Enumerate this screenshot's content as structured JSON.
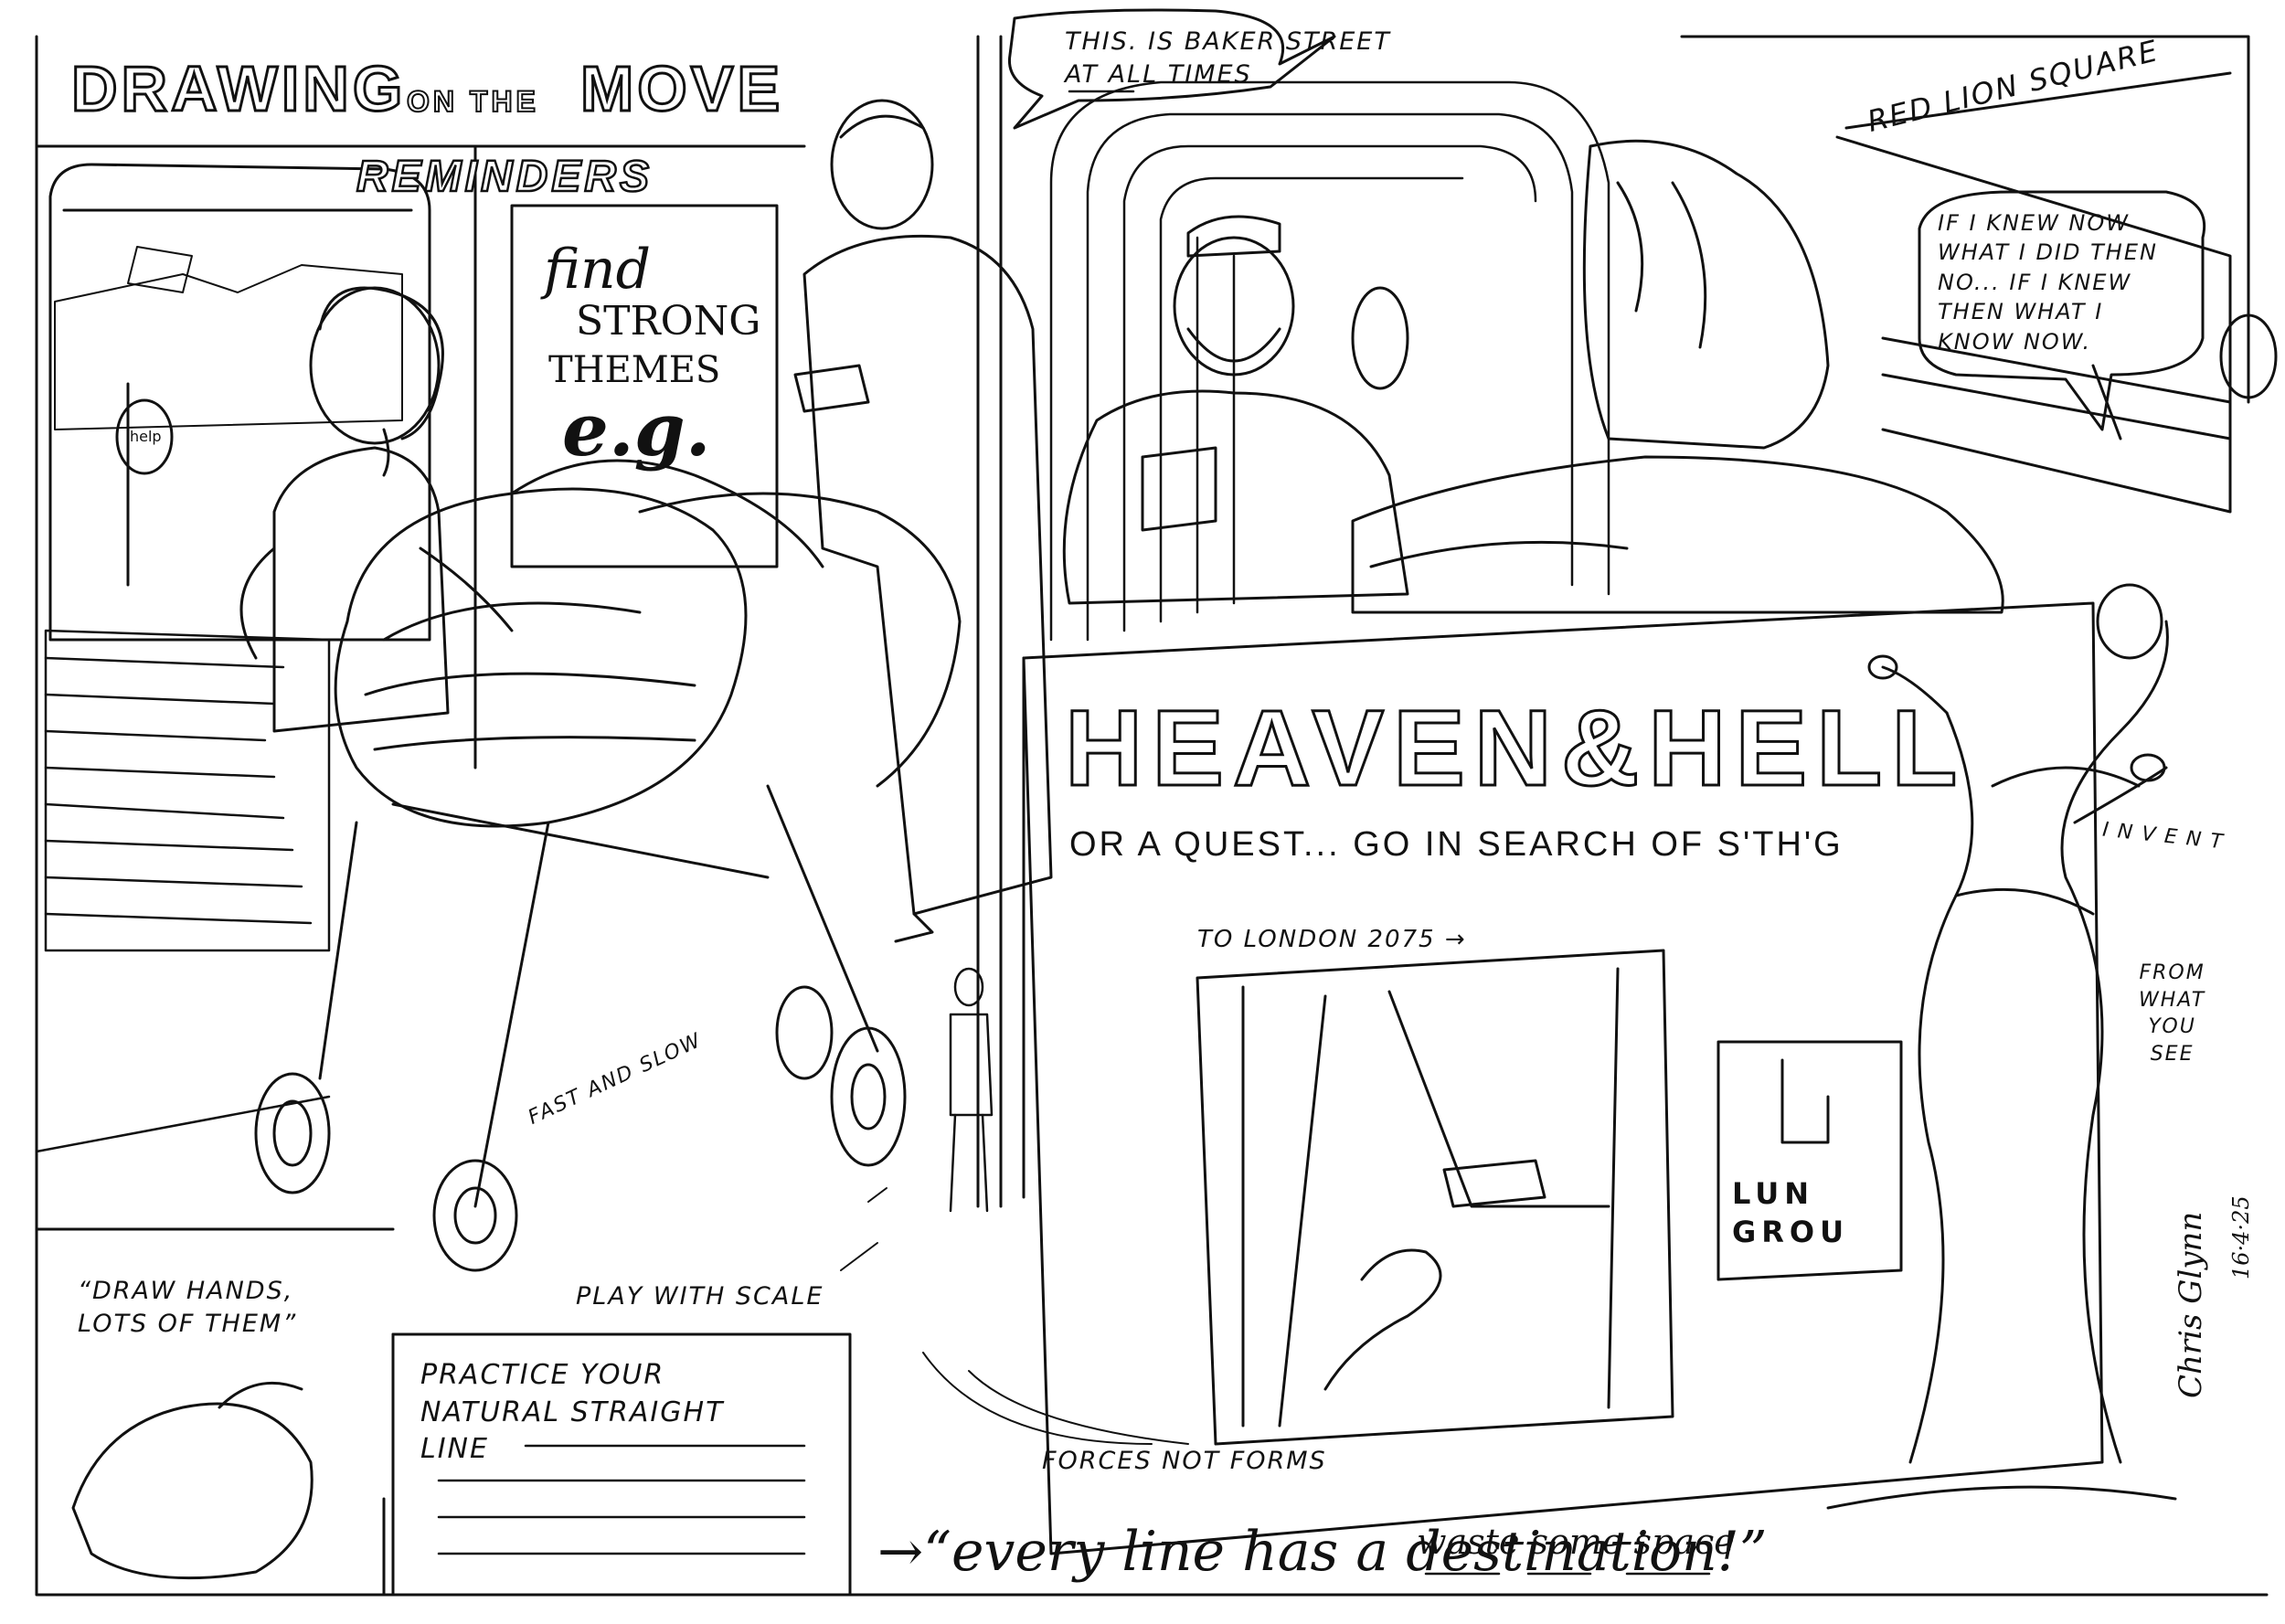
{
  "title": {
    "line1": "DRAWING",
    "on_the": "ON THE",
    "move": "MOVE",
    "subtitle": "REMINDERS"
  },
  "sign_themes": {
    "find": "find",
    "strong": "STRONG",
    "themes": "THEMES",
    "eg": "e.g."
  },
  "help_sign": "help",
  "speech_baker": "THIS. IS BAKER STREET\nAT ALL TIMES",
  "station_sign": "RED LION SQUARE",
  "speech_knew": "IF I KNEW NOW\nWHAT I DID THEN\nNO... IF I KNEW\nTHEN WHAT I\nKNOW NOW.",
  "heaven_hell": {
    "title": "HEAVEN&HELL",
    "subtitle": "OR A QUEST... GO IN SEARCH OF S'TH'G"
  },
  "london_sign": "TO LONDON 2075 →",
  "lund_sign": {
    "line1": "LUN",
    "line2": "GROU"
  },
  "notes": {
    "invent": "INVENT",
    "from_what": "FROM\nWHAT\nYOU\nSEE",
    "fast_slow": "FAST AND SLOW",
    "play_scale": "PLAY WITH SCALE",
    "draw_hands": "“DRAW HANDS,\nLOTS OF THEM”",
    "practice": "PRACTICE YOUR\nNATURAL STRAIGHT\nLINE",
    "forces": "FORCES NOT FORMS",
    "every_line": "→“every line has a destination!”",
    "waste_space": "waste some space"
  },
  "signature": {
    "name": "Chris Glynn",
    "date": "16·4·25"
  },
  "colors": {
    "ink": "#111111",
    "paper": "#ffffff"
  }
}
